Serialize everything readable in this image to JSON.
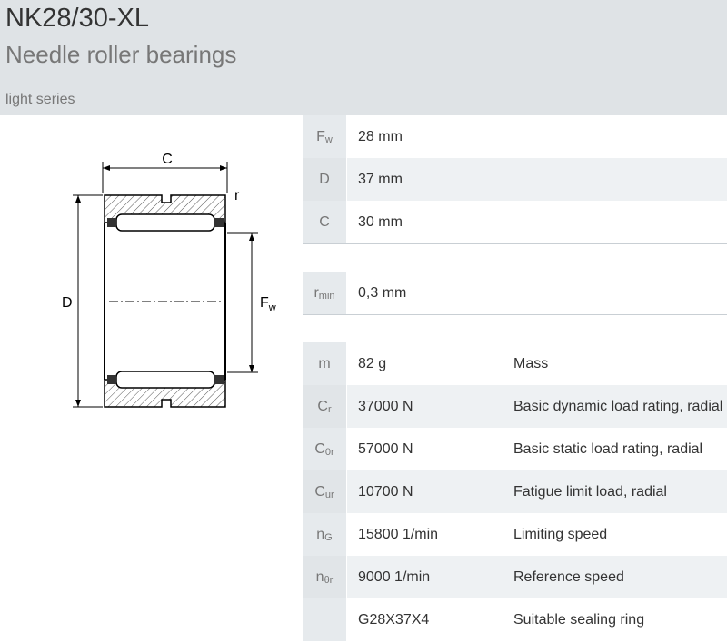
{
  "header": {
    "title": "NK28/30-XL",
    "subtitle": "Needle roller bearings",
    "series": "light series"
  },
  "drawing": {
    "label_c": "C",
    "label_r": "r",
    "label_d": "D",
    "label_fw_main": "F",
    "label_fw_sub": "w"
  },
  "dimensions": [
    {
      "sym": "F",
      "sub": "w",
      "value": "28  mm"
    },
    {
      "sym": "D",
      "sub": "",
      "value": "37  mm"
    },
    {
      "sym": "C",
      "sub": "",
      "value": "30  mm"
    }
  ],
  "chamfer": [
    {
      "sym": "r",
      "sub": "min",
      "value": "0,3  mm"
    }
  ],
  "properties": [
    {
      "sym": "m",
      "sub": "",
      "value": "82  g",
      "desc": "Mass"
    },
    {
      "sym": "C",
      "sub": "r",
      "value": "37000  N",
      "desc": "Basic dynamic load rating, radial"
    },
    {
      "sym": "C",
      "sub": "0r",
      "value": "57000  N",
      "desc": "Basic static load rating, radial"
    },
    {
      "sym": "C",
      "sub": "ur",
      "value": "10700  N",
      "desc": "Fatigue limit load, radial"
    },
    {
      "sym": "n",
      "sub": "G",
      "value": "15800  1/min",
      "desc": "Limiting speed"
    },
    {
      "sym": "n",
      "sub": "θr",
      "value": "9000  1/min",
      "desc": "Reference speed"
    },
    {
      "sym": "",
      "sub": "",
      "value": "G28X37X4",
      "desc": "Suitable sealing ring"
    }
  ]
}
